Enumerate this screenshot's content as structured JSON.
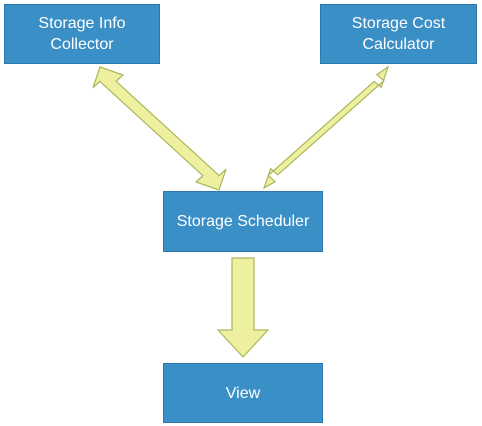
{
  "diagram": {
    "nodes": [
      {
        "id": "storage-info-collector",
        "label": "Storage Info\nCollector"
      },
      {
        "id": "storage-cost-calculator",
        "label": "Storage Cost\nCalculator"
      },
      {
        "id": "storage-scheduler",
        "label": "Storage Scheduler"
      },
      {
        "id": "view",
        "label": "View"
      }
    ],
    "edges": [
      {
        "from": "storage-info-collector",
        "to": "storage-scheduler",
        "direction": "bidirectional"
      },
      {
        "from": "storage-cost-calculator",
        "to": "storage-scheduler",
        "direction": "bidirectional"
      },
      {
        "from": "storage-scheduler",
        "to": "view",
        "direction": "forward"
      }
    ],
    "colors": {
      "node_fill": "#3a8fc6",
      "node_text": "#ffffff",
      "arrow_fill": "#eef0a0",
      "arrow_stroke": "#a8b75c"
    }
  }
}
